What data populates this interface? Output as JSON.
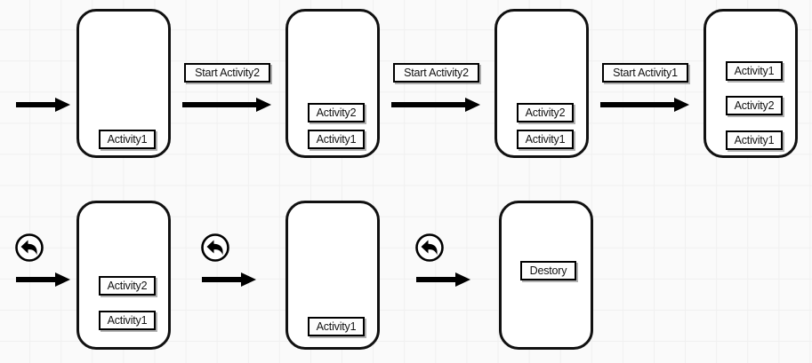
{
  "diagram": {
    "title": "Android Activity launch mode / back-stack flow",
    "background_color": "#fafafa",
    "grid_color": "#f0f0f0",
    "stroke_color": "#111111"
  },
  "icons": {
    "back": "back-arrow-icon",
    "forward": "right-arrow-icon"
  },
  "top_row": {
    "start_arrow": {
      "label": ""
    },
    "devices": [
      {
        "name": "device-1",
        "stack": [
          {
            "label": "Activity1"
          }
        ]
      },
      {
        "name": "device-2",
        "stack": [
          {
            "label": "Activity2"
          },
          {
            "label": "Activity1"
          }
        ]
      },
      {
        "name": "device-3",
        "stack": [
          {
            "label": "Activity2"
          },
          {
            "label": "Activity1"
          }
        ]
      },
      {
        "name": "device-4",
        "stack": [
          {
            "label": "Activity1"
          },
          {
            "label": "Activity2"
          },
          {
            "label": "Activity1"
          }
        ]
      }
    ],
    "transitions": [
      {
        "label": "Start Activity2"
      },
      {
        "label": "Start Activity2"
      },
      {
        "label": "Start Activity1"
      }
    ]
  },
  "bottom_row": {
    "devices": [
      {
        "name": "device-5",
        "stack": [
          {
            "label": "Activity2"
          },
          {
            "label": "Activity1"
          }
        ]
      },
      {
        "name": "device-6",
        "stack": [
          {
            "label": "Activity1"
          }
        ]
      },
      {
        "name": "device-7",
        "stack": [
          {
            "label": "Destory"
          }
        ]
      }
    ],
    "transitions": [
      {
        "label": ""
      },
      {
        "label": ""
      },
      {
        "label": ""
      }
    ]
  }
}
